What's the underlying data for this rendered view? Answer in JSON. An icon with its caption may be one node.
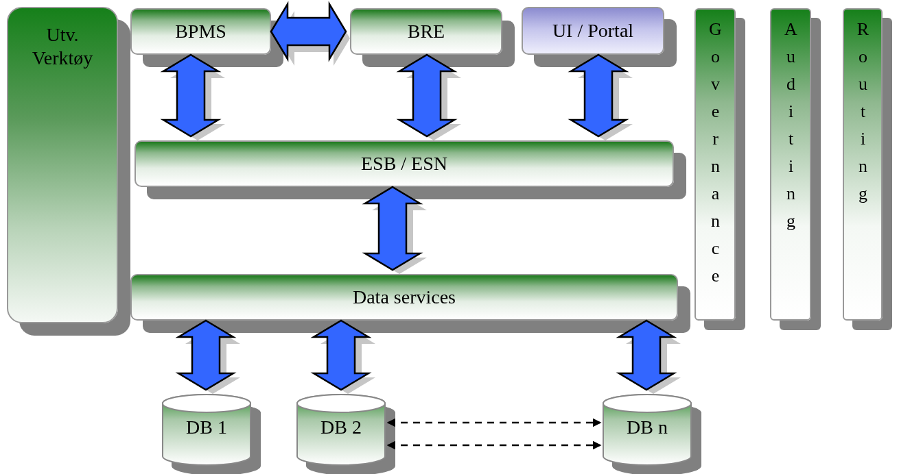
{
  "diagram": {
    "nodes": [
      {
        "text": [
          "Utv. Verktøy"
        ]
      },
      {
        "text": [
          "BPMS"
        ]
      },
      {
        "text": [
          "BRE"
        ]
      },
      {
        "text": [
          "UI / Portal"
        ]
      },
      {
        "text": [
          "Governance"
        ]
      },
      {
        "text": [
          "Auditing"
        ]
      },
      {
        "text": [
          "Routing"
        ]
      },
      {
        "text": [
          "ESB / ESN"
        ]
      },
      {
        "text": [
          "Data services"
        ]
      },
      {
        "text": [
          "DB 1"
        ]
      },
      {
        "text": [
          "DB 2"
        ]
      },
      {
        "text": [
          "DB n"
        ]
      }
    ],
    "edges": [
      {
        "from": 1,
        "to": 2,
        "arrow": "both"
      },
      {
        "from": 1,
        "to": 7,
        "arrow": "both"
      },
      {
        "from": 2,
        "to": 7,
        "arrow": "both"
      },
      {
        "from": 3,
        "to": 7,
        "arrow": "both"
      },
      {
        "from": 7,
        "to": 8,
        "arrow": "both"
      },
      {
        "from": 8,
        "to": 9,
        "arrow": "both"
      },
      {
        "from": 8,
        "to": 10,
        "arrow": "both"
      },
      {
        "from": 8,
        "to": 11,
        "arrow": "both"
      },
      {
        "from": 10,
        "to": 11,
        "arrow": "both",
        "style": "dashed",
        "color": "#000000"
      },
      {
        "from": 10,
        "to": 11,
        "arrow": "both",
        "style": "dashed",
        "color": "#000000"
      }
    ]
  }
}
